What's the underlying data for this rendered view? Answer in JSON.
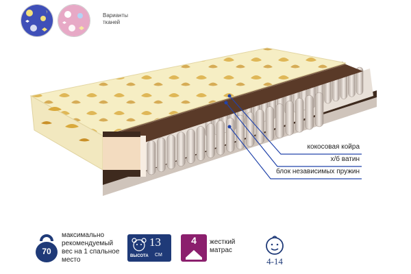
{
  "fabric_options": {
    "caption": "Варианты тканей",
    "swatches": [
      {
        "name": "blue-fabric",
        "color": "#3f4fb8"
      },
      {
        "name": "pink-fabric",
        "color": "#e7a9c6"
      }
    ]
  },
  "layers": {
    "coconut": "кокосовая койра",
    "cotton": "х/б ватин",
    "springs": "блок независимых пружин"
  },
  "specs": {
    "max_weight_value": "70",
    "max_weight_text": "максимально рекомендуемый вес на 1 спальное место",
    "height_value": "13",
    "height_label": "ВЫСОТА",
    "height_unit": "СМ",
    "firmness_value": "4",
    "firmness_text": "жесткий матрас",
    "age_range": "4-14"
  },
  "colors": {
    "navy": "#1f3a78",
    "magenta": "#8b1f6d",
    "mattress_top": "#f6eec4",
    "coir": "#3e2a1e"
  }
}
